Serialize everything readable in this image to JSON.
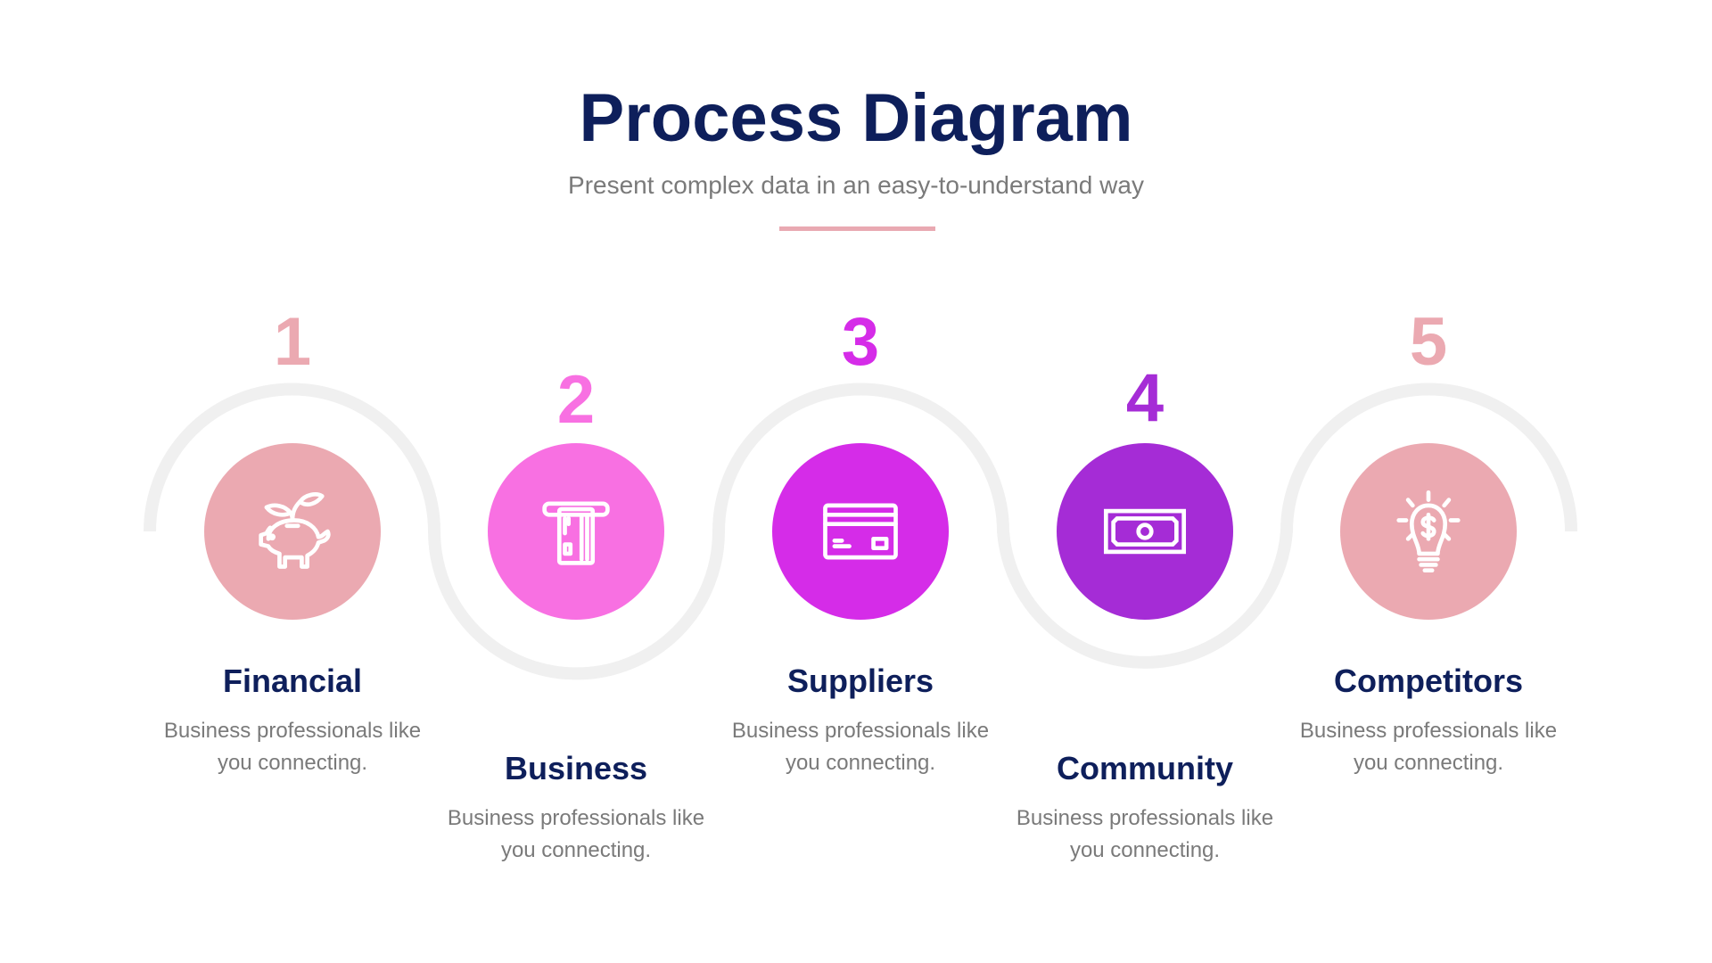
{
  "header": {
    "title": "Process Diagram",
    "subtitle": "Present complex data in an easy-to-understand way"
  },
  "colors": {
    "title": "#0E1F5B",
    "body_text": "#7A7A7A",
    "divider": "#E9A9B2",
    "wave_line": "#F0F0F0"
  },
  "steps": [
    {
      "number": "1",
      "title": "Financial",
      "desc_line1": "Business professionals like",
      "desc_line2": "you connecting.",
      "icon": "piggy-bank-icon",
      "color": "#EBA9B1"
    },
    {
      "number": "2",
      "title": "Business",
      "desc_line1": "Business professionals like",
      "desc_line2": "you connecting.",
      "icon": "atm-card-icon",
      "color": "#F870E2"
    },
    {
      "number": "3",
      "title": "Suppliers",
      "desc_line1": "Business professionals like",
      "desc_line2": "you connecting.",
      "icon": "credit-card-icon",
      "color": "#D52CE8"
    },
    {
      "number": "4",
      "title": "Community",
      "desc_line1": "Business professionals like",
      "desc_line2": "you connecting.",
      "icon": "banknote-icon",
      "color": "#A52CD6"
    },
    {
      "number": "5",
      "title": "Competitors",
      "desc_line1": "Business professionals like",
      "desc_line2": "you connecting.",
      "icon": "lightbulb-dollar-icon",
      "color": "#EBA9B1"
    }
  ]
}
